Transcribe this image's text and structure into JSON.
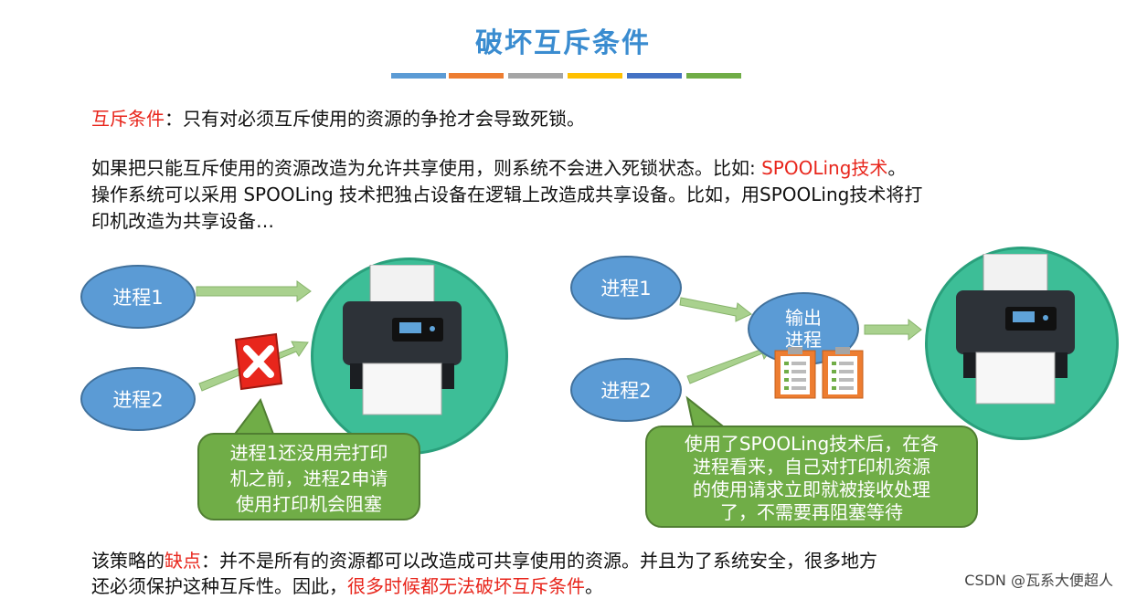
{
  "title": "破坏互斥条件",
  "colors": {
    "title": "#3a8cd0",
    "highlight": "#e8261c",
    "process": "#5b9bd5",
    "bubble": "#70ad47",
    "printer_bg": "#3dbe97",
    "arrow": "#a9d18e",
    "bar_colors": [
      "#5b9bd5",
      "#ed7d31",
      "#a5a5a5",
      "#ffc000",
      "#4472c4",
      "#70ad47"
    ]
  },
  "para1": {
    "term": "互斥条件",
    "text": "：只有对必须互斥使用的资源的争抢才会导致死锁。"
  },
  "para2": {
    "line1_a": "如果把只能互斥使用的资源改造为允许共享使用，则系统不会进入死锁状态。比如: ",
    "line1_red": "SPOOLing技术",
    "line1_b": "。",
    "line2": "操作系统可以采用 SPOOLing  技术把独占设备在逻辑上改造成共享设备。比如，用SPOOLing技术将打",
    "line3": "印机改造为共享设备…"
  },
  "left_diagram": {
    "process1": "进程1",
    "process2": "进程2",
    "bubble": [
      "进程1还没用完打印",
      "机之前，进程2申请",
      "使用打印机会阻塞"
    ]
  },
  "right_diagram": {
    "process1": "进程1",
    "process2": "进程2",
    "output_process": [
      "输出",
      "进程"
    ],
    "bubble": [
      "使用了SPOOLing技术后，在各",
      "进程看来，自己对打印机资源",
      "的使用请求立即就被接收处理",
      "了，不需要再阻塞等待"
    ]
  },
  "para3": {
    "a": "该策略的",
    "red1": "缺点",
    "b": "：并不是所有的资源都可以改造成可共享使用的资源。并且为了系统安全，很多地方",
    "line2_a": "还必须保护这种互斥性。因此，",
    "red2": "很多时候都无法破坏互斥条件",
    "line2_b": "。"
  },
  "watermark": "CSDN @瓦系大便超人"
}
